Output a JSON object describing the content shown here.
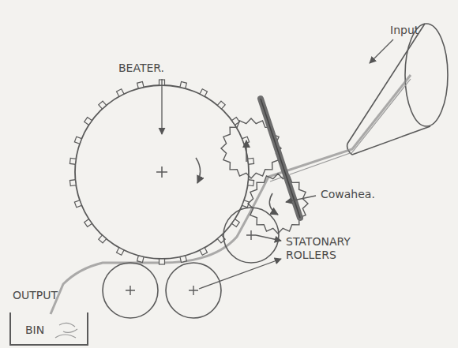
{
  "diagram": {
    "nodes": [
      {
        "text": [
          "BIN"
        ]
      }
    ],
    "labels": [
      "BEATER.",
      "Input",
      "Cowahea.",
      "STATONARY ROLLERS",
      "OUTPUT"
    ]
  }
}
